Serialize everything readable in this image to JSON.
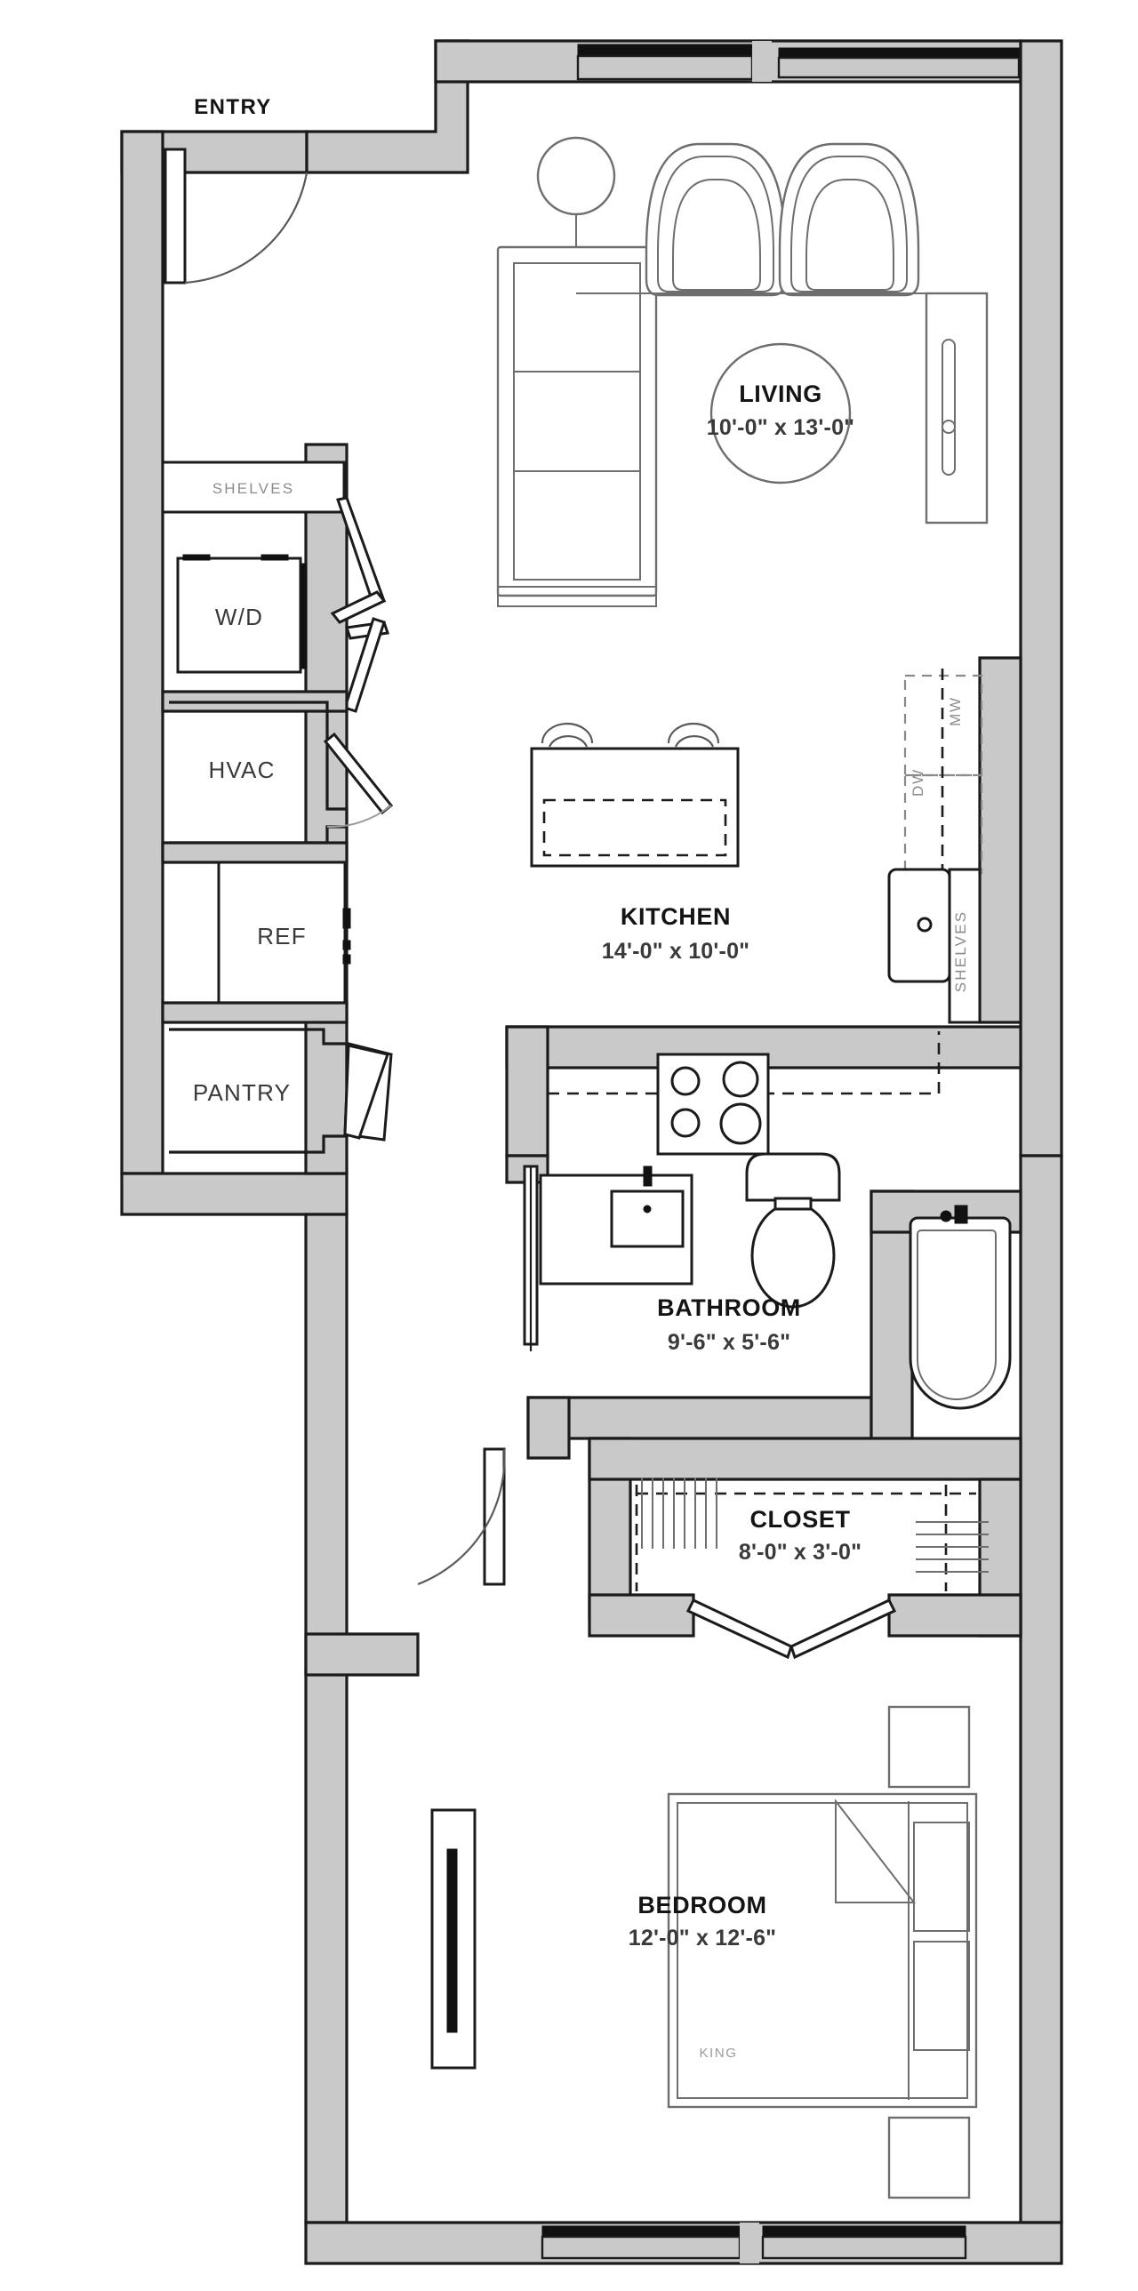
{
  "plan": {
    "type": "residential-floor-plan",
    "unit_style": "one-bedroom apartment",
    "entry_label": "ENTRY"
  },
  "rooms": [
    {
      "key": "living",
      "name": "LIVING",
      "dimensions": "10'-0\" x 13'-0\"",
      "width_ft": 10.0,
      "depth_ft": 13.0
    },
    {
      "key": "kitchen",
      "name": "KITCHEN",
      "dimensions": "14'-0\" x 10'-0\"",
      "width_ft": 14.0,
      "depth_ft": 10.0
    },
    {
      "key": "bathroom",
      "name": "BATHROOM",
      "dimensions": "9'-6\" x 5'-6\"",
      "width_ft": 9.5,
      "depth_ft": 5.5
    },
    {
      "key": "closet",
      "name": "CLOSET",
      "dimensions": "8'-0\" x 3'-0\"",
      "width_ft": 8.0,
      "depth_ft": 3.0
    },
    {
      "key": "bedroom",
      "name": "BEDROOM",
      "dimensions": "12'-0\" x 12'-6\"",
      "width_ft": 12.0,
      "depth_ft": 12.5
    }
  ],
  "utility_rooms": [
    {
      "key": "wd",
      "label": "W/D"
    },
    {
      "key": "hvac",
      "label": "HVAC"
    },
    {
      "key": "ref",
      "label": "REF"
    },
    {
      "key": "pantry",
      "label": "PANTRY"
    }
  ],
  "annotations": {
    "shelves_laundry": "SHELVES",
    "shelves_kitchen": "SHELVES",
    "dishwasher": "DW",
    "microwave": "MW",
    "bed_size": "KING"
  },
  "colors": {
    "wall_fill": "#c9c9c9",
    "wall_stroke": "#1b1b1b",
    "furniture_stroke": "#6e6e6e",
    "label_text": "#141414",
    "dimension_text": "#3a3a3a",
    "annotation_text": "#8c8c8c",
    "background": "#ffffff"
  }
}
